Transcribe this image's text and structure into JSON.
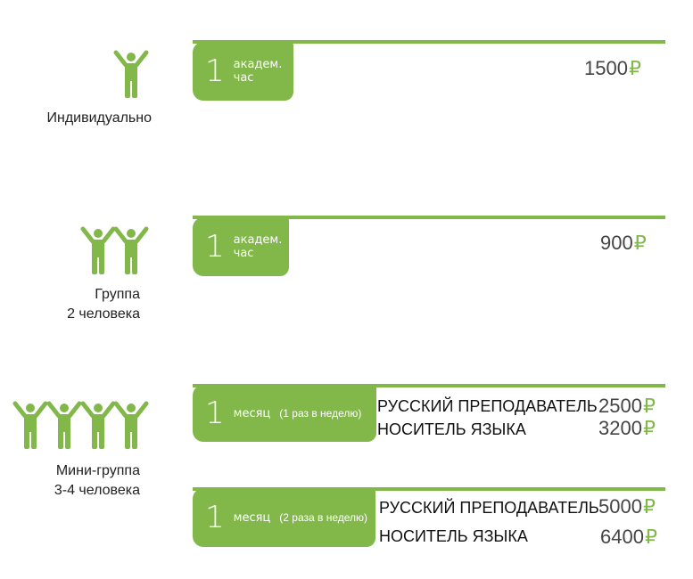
{
  "accent_color": "#82b84a",
  "plans": [
    {
      "label": "Индивидуально",
      "badge_num": "1",
      "badge_unit_1": "академ.",
      "badge_unit_2": "час",
      "price": "1500",
      "currency": "₽",
      "people": 1
    },
    {
      "label_1": "Группа",
      "label_2": "2 человека",
      "badge_num": "1",
      "badge_unit_1": "академ.",
      "badge_unit_2": "час",
      "price": "900",
      "currency": "₽",
      "people": 2
    },
    {
      "label_1": "Мини-группа",
      "label_2": "3-4 человека",
      "people": 4,
      "options": [
        {
          "badge_num": "1",
          "badge_unit": "месяц",
          "badge_note": "(1 раз в неделю)",
          "rows": [
            {
              "teacher": "РУССКИЙ ПРЕПОДАВАТЕЛЬ",
              "price": "2500"
            },
            {
              "teacher": "НОСИТЕЛЬ ЯЗЫКА",
              "price": "3200"
            }
          ]
        },
        {
          "badge_num": "1",
          "badge_unit": "месяц",
          "badge_note": "(2 раза в неделю)",
          "rows": [
            {
              "teacher": "РУССКИЙ ПРЕПОДАВАТЕЛЬ",
              "price": "5000"
            },
            {
              "teacher": "НОСИТЕЛЬ ЯЗЫКА",
              "price": "6400"
            }
          ]
        }
      ],
      "currency": "₽"
    }
  ]
}
